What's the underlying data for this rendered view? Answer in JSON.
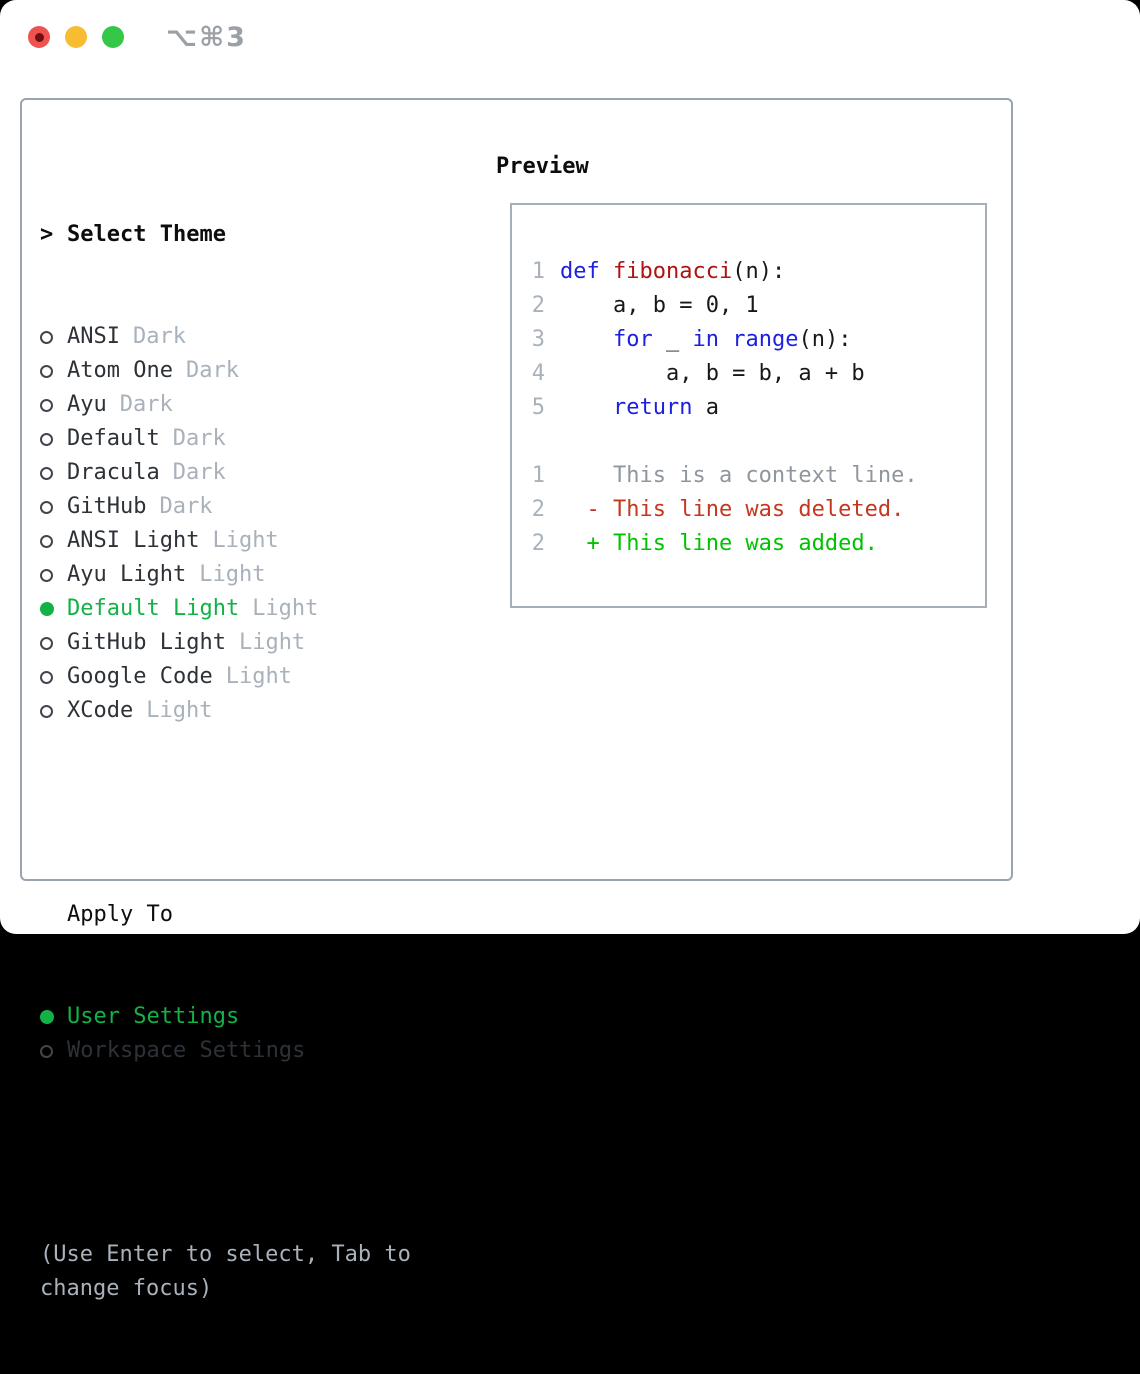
{
  "titlebar": {
    "shortcut": "⌥⌘3",
    "traffic_lights": [
      "close",
      "minimize",
      "zoom"
    ]
  },
  "theme_panel": {
    "header": {
      "prompt": ">",
      "label": "Select Theme"
    },
    "themes": [
      {
        "name": "ANSI",
        "variant": "Dark",
        "selected": false
      },
      {
        "name": "Atom One",
        "variant": "Dark",
        "selected": false
      },
      {
        "name": "Ayu",
        "variant": "Dark",
        "selected": false
      },
      {
        "name": "Default",
        "variant": "Dark",
        "selected": false
      },
      {
        "name": "Dracula",
        "variant": "Dark",
        "selected": false
      },
      {
        "name": "GitHub",
        "variant": "Dark",
        "selected": false
      },
      {
        "name": "ANSI Light",
        "variant": "Light",
        "selected": false
      },
      {
        "name": "Ayu Light",
        "variant": "Light",
        "selected": false
      },
      {
        "name": "Default Light",
        "variant": "Light",
        "selected": true
      },
      {
        "name": "GitHub Light",
        "variant": "Light",
        "selected": false
      },
      {
        "name": "Google Code",
        "variant": "Light",
        "selected": false
      },
      {
        "name": "XCode",
        "variant": "Light",
        "selected": false
      }
    ],
    "apply_to": {
      "header": "Apply To",
      "options": [
        {
          "name": "User Settings",
          "selected": true
        },
        {
          "name": "Workspace Settings",
          "selected": false
        }
      ]
    },
    "help_lines": [
      "(Use Enter to select, Tab to",
      "change focus)"
    ]
  },
  "preview": {
    "header": "Preview",
    "lines": [
      {
        "num": "1",
        "segments": [
          {
            "text": "def",
            "cls": "keyword"
          },
          {
            "text": " ",
            "cls": "plain"
          },
          {
            "text": "fibonacci",
            "cls": "function"
          },
          {
            "text": "(n):",
            "cls": "plain"
          }
        ]
      },
      {
        "num": "2",
        "segments": [
          {
            "text": "    a, b = 0, 1",
            "cls": "plain"
          }
        ]
      },
      {
        "num": "3",
        "segments": [
          {
            "text": "    ",
            "cls": "plain"
          },
          {
            "text": "for",
            "cls": "keyword"
          },
          {
            "text": " _ ",
            "cls": "plain"
          },
          {
            "text": "in",
            "cls": "keyword"
          },
          {
            "text": " ",
            "cls": "plain"
          },
          {
            "text": "range",
            "cls": "keyword"
          },
          {
            "text": "(n):",
            "cls": "plain"
          }
        ]
      },
      {
        "num": "4",
        "segments": [
          {
            "text": "        a, b = b, a + b",
            "cls": "plain"
          }
        ]
      },
      {
        "num": "5",
        "segments": [
          {
            "text": "    ",
            "cls": "plain"
          },
          {
            "text": "return",
            "cls": "keyword"
          },
          {
            "text": " a",
            "cls": "plain"
          }
        ]
      },
      {
        "num": "",
        "segments": []
      },
      {
        "num": "1",
        "segments": [
          {
            "text": "    This is a context line.",
            "cls": "context"
          }
        ]
      },
      {
        "num": "2",
        "segments": [
          {
            "text": "  - This line was deleted.",
            "cls": "deleted"
          }
        ]
      },
      {
        "num": "2",
        "segments": [
          {
            "text": "  + This line was added.",
            "cls": "added"
          }
        ]
      }
    ]
  },
  "colors": {
    "accent_green": "#12b247",
    "added_green": "#00c300",
    "deleted_red": "#c5371e",
    "keyword_blue": "#1e20df",
    "function_red": "#b01111",
    "muted_gray": "#a9b1bb",
    "context_gray": "#8f969d",
    "text_dark": "#2d3238",
    "heading": "#0b0d0e",
    "code_text": "#17181a",
    "frame_border": "#9aa3ae",
    "preview_border": "#a5aeb9",
    "radio_ring": "#41464d",
    "shortcut_gray": "#9aa0a6",
    "traffic_red": "#ef5350",
    "traffic_red_dot": "#6e1012",
    "traffic_yellow": "#f8bc32",
    "traffic_green": "#34c748"
  }
}
